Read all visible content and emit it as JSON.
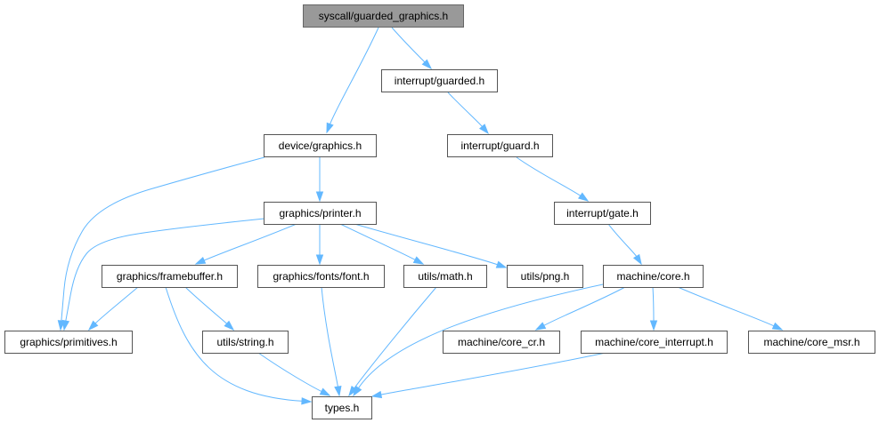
{
  "diagram": {
    "nodes": [
      {
        "id": "syscall_guarded_graphics",
        "label": "syscall/guarded_graphics.h",
        "highlighted": true
      },
      {
        "id": "interrupt_guarded",
        "label": "interrupt/guarded.h"
      },
      {
        "id": "device_graphics",
        "label": "device/graphics.h"
      },
      {
        "id": "interrupt_guard",
        "label": "interrupt/guard.h"
      },
      {
        "id": "graphics_printer",
        "label": "graphics/printer.h"
      },
      {
        "id": "interrupt_gate",
        "label": "interrupt/gate.h"
      },
      {
        "id": "graphics_framebuffer",
        "label": "graphics/framebuffer.h"
      },
      {
        "id": "graphics_fonts_font",
        "label": "graphics/fonts/font.h"
      },
      {
        "id": "utils_math",
        "label": "utils/math.h"
      },
      {
        "id": "utils_png",
        "label": "utils/png.h"
      },
      {
        "id": "machine_core",
        "label": "machine/core.h"
      },
      {
        "id": "graphics_primitives",
        "label": "graphics/primitives.h"
      },
      {
        "id": "utils_string",
        "label": "utils/string.h"
      },
      {
        "id": "machine_core_cr",
        "label": "machine/core_cr.h"
      },
      {
        "id": "machine_core_interrupt",
        "label": "machine/core_interrupt.h"
      },
      {
        "id": "machine_core_msr",
        "label": "machine/core_msr.h"
      },
      {
        "id": "types",
        "label": "types.h"
      }
    ],
    "edges": [
      {
        "from": "syscall_guarded_graphics",
        "to": "device_graphics"
      },
      {
        "from": "syscall_guarded_graphics",
        "to": "interrupt_guarded"
      },
      {
        "from": "interrupt_guarded",
        "to": "interrupt_guard"
      },
      {
        "from": "device_graphics",
        "to": "graphics_primitives"
      },
      {
        "from": "device_graphics",
        "to": "graphics_printer"
      },
      {
        "from": "interrupt_guard",
        "to": "interrupt_gate"
      },
      {
        "from": "graphics_printer",
        "to": "graphics_primitives"
      },
      {
        "from": "graphics_printer",
        "to": "graphics_framebuffer"
      },
      {
        "from": "graphics_printer",
        "to": "graphics_fonts_font"
      },
      {
        "from": "graphics_printer",
        "to": "utils_math"
      },
      {
        "from": "graphics_printer",
        "to": "utils_png"
      },
      {
        "from": "interrupt_gate",
        "to": "machine_core"
      },
      {
        "from": "graphics_framebuffer",
        "to": "graphics_primitives"
      },
      {
        "from": "graphics_framebuffer",
        "to": "utils_string"
      },
      {
        "from": "graphics_framebuffer",
        "to": "types"
      },
      {
        "from": "graphics_fonts_font",
        "to": "types"
      },
      {
        "from": "utils_math",
        "to": "types"
      },
      {
        "from": "machine_core",
        "to": "types"
      },
      {
        "from": "machine_core",
        "to": "machine_core_cr"
      },
      {
        "from": "machine_core",
        "to": "machine_core_interrupt"
      },
      {
        "from": "machine_core",
        "to": "machine_core_msr"
      },
      {
        "from": "utils_string",
        "to": "types"
      },
      {
        "from": "machine_core_interrupt",
        "to": "types"
      }
    ],
    "colors": {
      "edge": "#63b8ff",
      "node_border": "#555555",
      "node_fill": "#ffffff",
      "highlight_fill": "#999999",
      "text": "#000000"
    }
  }
}
